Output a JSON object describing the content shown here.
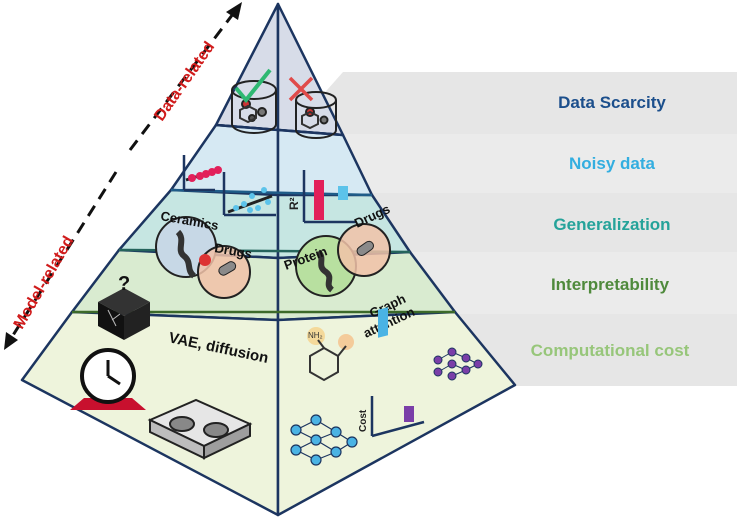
{
  "side_labels": {
    "data_related": "Data-related",
    "model_related": "Model-related",
    "color": "#d01c1c"
  },
  "levels": [
    {
      "label": "Data Scarcity",
      "color": "#1c4f8c",
      "fill": "#d7dce8"
    },
    {
      "label": "Noisy data",
      "color": "#33aee0",
      "fill": "#d6e9f3"
    },
    {
      "label": "Generalization",
      "color": "#25a39a",
      "fill": "#c6e6e2"
    },
    {
      "label": "Interpretability",
      "color": "#4f8a3c",
      "fill": "#d9ebd0"
    },
    {
      "label": "Computational cost",
      "color": "#97c67a",
      "fill": "#eef4dc"
    }
  ],
  "pyramid_text": {
    "ceramics": "Ceramics",
    "drugs_left": "Drugs",
    "protein": "Protein",
    "drugs_right": "Drugs",
    "r2": "R²",
    "vae": "VAE, diffusion",
    "graph_attention_1": "Graph",
    "graph_attention_2": "attention",
    "cost": "Cost",
    "question": "?",
    "nh2": "NH₂"
  },
  "icons": [
    "check-icon",
    "cross-icon",
    "molecule-cylinder-icon",
    "scatter-plot-icon",
    "bar-chart-icon",
    "venn-diagram-icon",
    "black-box-icon",
    "clock-icon",
    "gpu-icon",
    "neural-network-icon",
    "benzene-icon"
  ]
}
